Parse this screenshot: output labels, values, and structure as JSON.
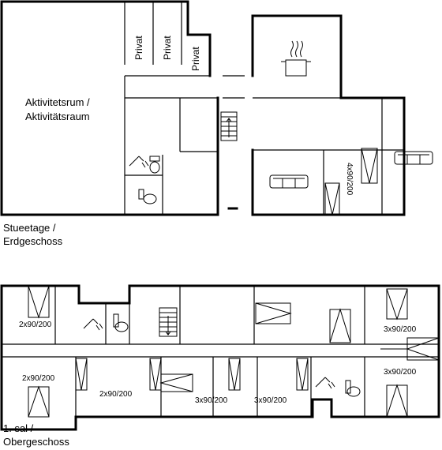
{
  "ground_floor": {
    "label_line1": "Stueetage /",
    "label_line2": "Erdgeschoss",
    "activity_room_line1": "Aktivitetsrum /",
    "activity_room_line2": "Aktivitätsraum",
    "private_1": "Privat",
    "private_2": "Privat",
    "private_3": "Privat",
    "bed_1": "4x90/200"
  },
  "first_floor": {
    "label_line1": "1. sal /",
    "label_line2": "Obergeschoss",
    "bed_a": "2x90/200",
    "bed_b": "2x90/200",
    "bed_c": "2x90/200",
    "bed_d": "3x90/200",
    "bed_e": "3x90/200",
    "bed_f": "3x90/200",
    "bed_g": "3x90/200"
  },
  "icons": [
    "pot-icon",
    "sofa-icon",
    "toilet-icon",
    "shower-icon",
    "bed-icon",
    "stairs-icon"
  ]
}
